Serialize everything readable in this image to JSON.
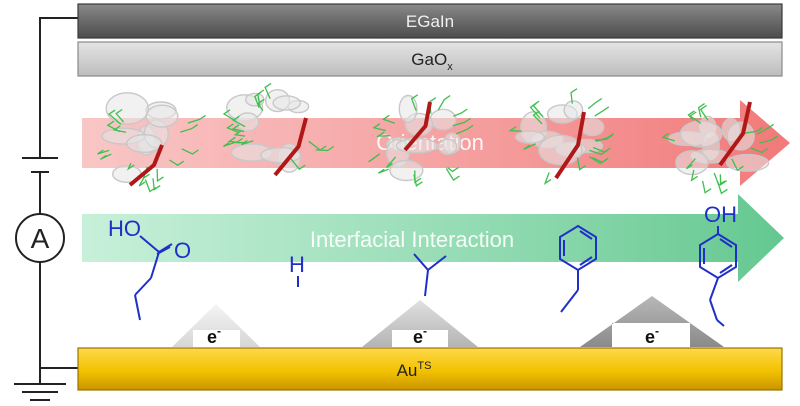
{
  "electrodes": {
    "top": "EGaIn",
    "oxide": "GaO",
    "oxide_sub": "x",
    "bottom": "Au",
    "bottom_sup": "TS"
  },
  "meter": "A",
  "arrows": {
    "orientation": "Orientation",
    "interaction": "Interfacial Interaction"
  },
  "electron": {
    "symbol": "e",
    "charge": "-"
  },
  "molecules": {
    "carboxylic_O": "O",
    "carboxylic_HO": "HO",
    "glycine_H": "H",
    "phenol_OH": "OH"
  },
  "colors": {
    "egain": "#6b6b6b",
    "gaox": "#cfcfcf",
    "gold": "#f2c200",
    "orientation_arrow": "#f28a8a",
    "interaction_arrow": "#7fcf9b",
    "molecule": "#1f2fc8",
    "heme": "#b01818",
    "protein": "#c8c8c8",
    "side_chain": "#3fbf4f"
  }
}
